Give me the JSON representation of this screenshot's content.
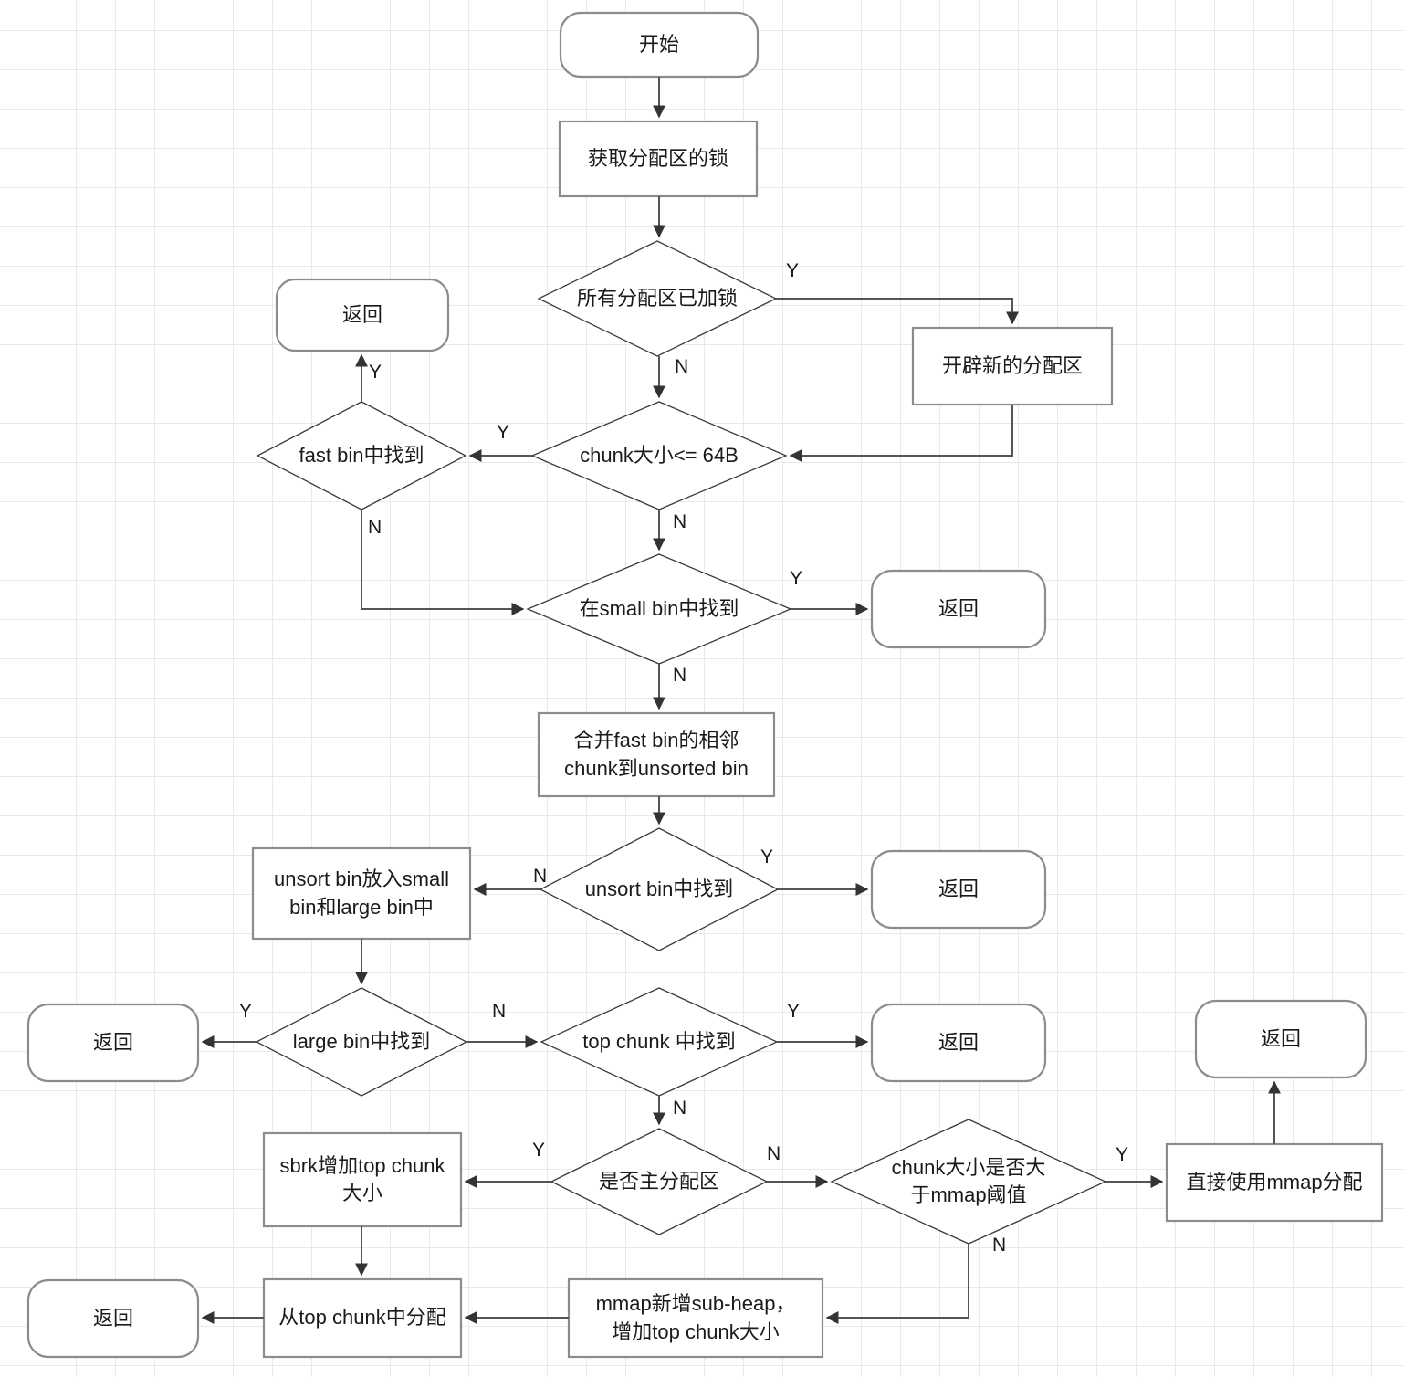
{
  "diagram": {
    "title": "glibc malloc chunk allocation flowchart",
    "type": "flowchart",
    "background": "#ffffff",
    "grid_color": "#e9e9e9",
    "node_stroke": "#8c8c8c",
    "decision_stroke": "#3a3a3a",
    "edge_color": "#555555",
    "text_color": "#1a1a1a"
  },
  "nodes": {
    "start": {
      "label": "开始",
      "shape": "rounded"
    },
    "acquire_lock": {
      "label": "获取分配区的锁",
      "shape": "rect"
    },
    "all_arenas_locked": {
      "label": "所有分配区已加锁",
      "shape": "diamond"
    },
    "return_top_left": {
      "label": "返回",
      "shape": "rounded"
    },
    "new_arena": {
      "label": "开辟新的分配区",
      "shape": "rect"
    },
    "fast_bin_found": {
      "label": "fast bin中找到",
      "shape": "diamond"
    },
    "chunk_le_64b": {
      "label": "chunk大小<= 64B",
      "shape": "diamond"
    },
    "small_bin_found": {
      "label": "在small bin中找到",
      "shape": "diamond"
    },
    "return_small_bin": {
      "label": "返回",
      "shape": "rounded"
    },
    "merge_fast_bin": {
      "label": "合并fast bin的相邻\nchunk到unsorted bin",
      "shape": "rect"
    },
    "unsort_bin_found": {
      "label": "unsort bin中找到",
      "shape": "diamond"
    },
    "return_unsort_bin": {
      "label": "返回",
      "shape": "rounded"
    },
    "unsort_to_small_large": {
      "label": "unsort bin放入small\nbin和large bin中",
      "shape": "rect"
    },
    "large_bin_found": {
      "label": "large bin中找到",
      "shape": "diamond"
    },
    "return_large_bin": {
      "label": "返回",
      "shape": "rounded"
    },
    "top_chunk_found": {
      "label": "top chunk 中找到",
      "shape": "diamond"
    },
    "return_top_chunk": {
      "label": "返回",
      "shape": "rounded"
    },
    "return_mmap": {
      "label": "返回",
      "shape": "rounded"
    },
    "is_main_arena": {
      "label": "是否主分配区",
      "shape": "diamond"
    },
    "sbrk_grow_top": {
      "label": "sbrk增加top chunk\n大小",
      "shape": "rect"
    },
    "chunk_gt_mmap_threshold": {
      "label": "chunk大小是否大\n于mmap阈值",
      "shape": "diamond"
    },
    "use_mmap_direct": {
      "label": "直接使用mmap分配",
      "shape": "rect"
    },
    "mmap_new_subheap": {
      "label": "mmap新增sub-heap，\n增加top chunk大小",
      "shape": "rect"
    },
    "alloc_from_top_chunk": {
      "label": "从top chunk中分配",
      "shape": "rect"
    },
    "return_bottom_left": {
      "label": "返回",
      "shape": "rounded"
    }
  },
  "edge_labels": {
    "arenas_locked_yes": "Y",
    "arenas_locked_no": "N",
    "fast_bin_yes": "Y",
    "fast_bin_no": "N",
    "chunk_le_64b_yes": "Y",
    "chunk_le_64b_no": "N",
    "small_bin_yes": "Y",
    "small_bin_no": "N",
    "unsort_bin_yes": "Y",
    "unsort_bin_no": "N",
    "large_bin_yes": "Y",
    "large_bin_no": "N",
    "top_chunk_yes": "Y",
    "top_chunk_no": "N",
    "main_arena_yes": "Y",
    "main_arena_no": "N",
    "mmap_threshold_yes": "Y",
    "mmap_threshold_no": "N"
  }
}
